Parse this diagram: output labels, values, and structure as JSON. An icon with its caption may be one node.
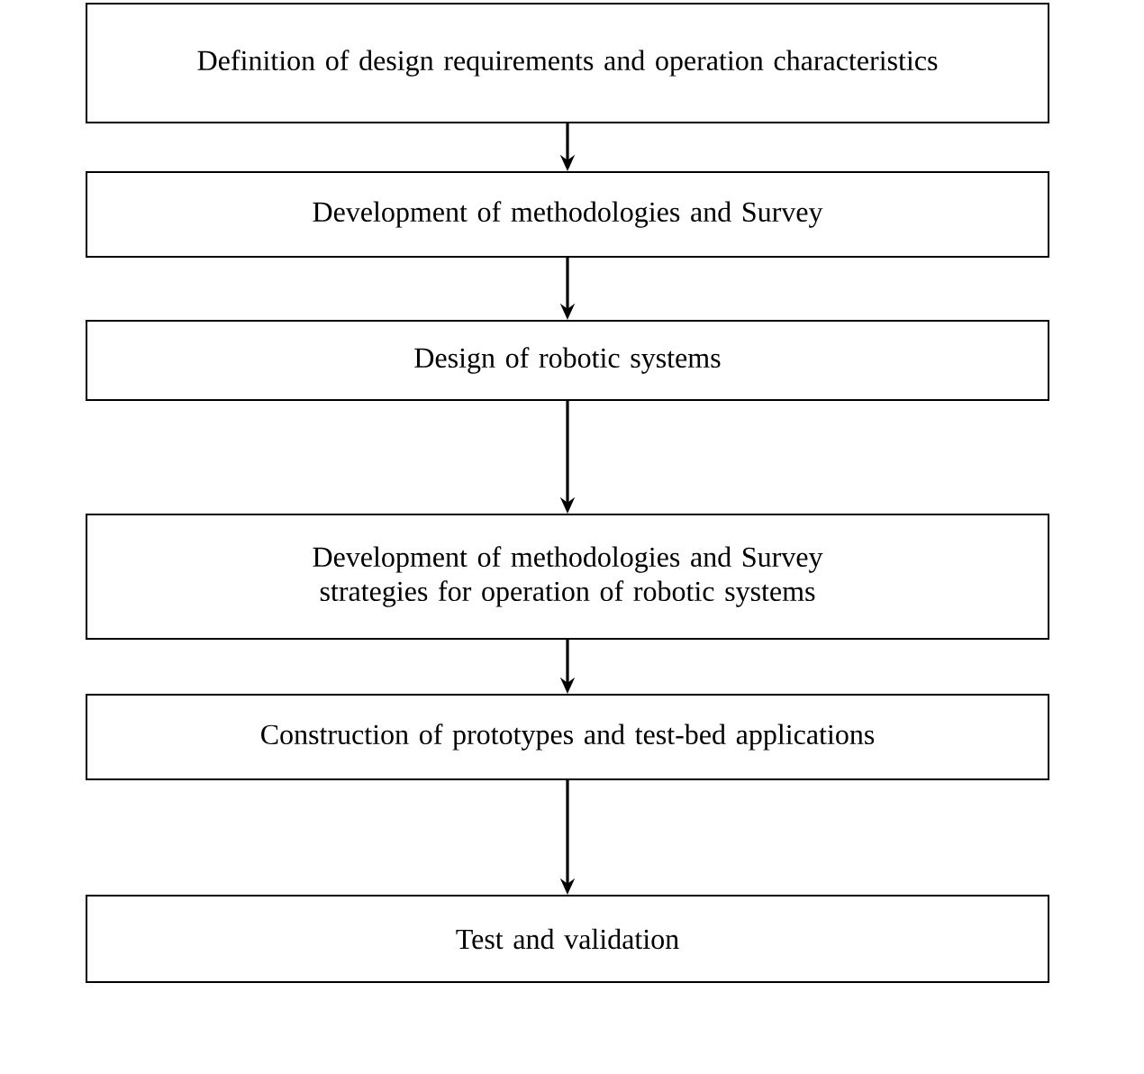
{
  "diagram": {
    "nodes": [
      {
        "text": [
          "Definition of design requirements and operation characteristics"
        ]
      },
      {
        "text": [
          "Development of methodologies and Survey"
        ]
      },
      {
        "text": [
          "Design of robotic systems"
        ]
      },
      {
        "text": [
          "Development of methodologies and Survey strategies for operation of robotic systems"
        ]
      },
      {
        "text": [
          "Construction of prototypes and test-bed applications"
        ]
      },
      {
        "text": [
          "Test and validation"
        ]
      }
    ],
    "edges": [
      {
        "from": 0,
        "to": 1,
        "arrow": "to"
      },
      {
        "from": 1,
        "to": 2,
        "arrow": "to"
      },
      {
        "from": 2,
        "to": 3,
        "arrow": "to"
      },
      {
        "from": 3,
        "to": 4,
        "arrow": "to"
      },
      {
        "from": 4,
        "to": 5,
        "arrow": "to"
      }
    ]
  }
}
